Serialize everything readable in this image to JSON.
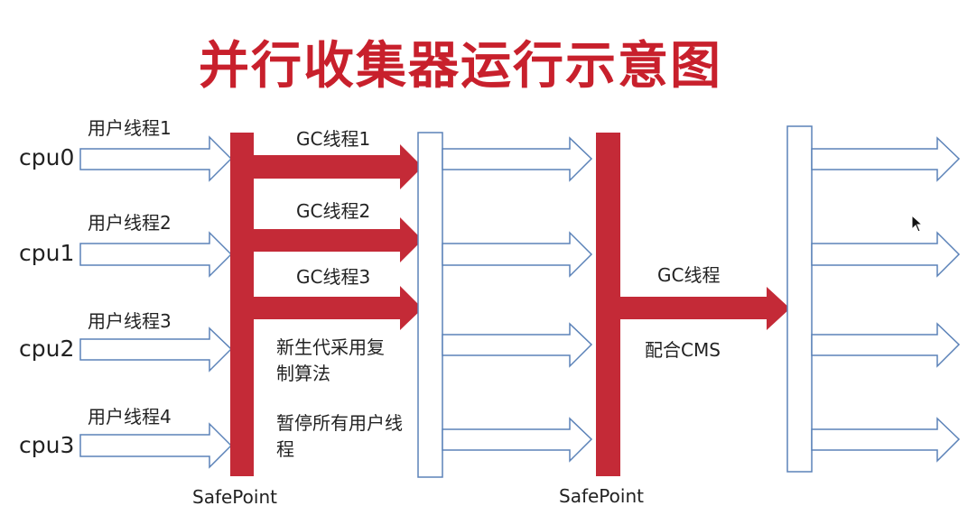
{
  "title": "并行收集器运行示意图",
  "cpus": [
    "cpu0",
    "cpu1",
    "cpu2",
    "cpu3"
  ],
  "user_threads": [
    "用户线程1",
    "用户线程2",
    "用户线程3",
    "用户线程4"
  ],
  "gc_threads": [
    "GC线程1",
    "GC线程2",
    "GC线程3"
  ],
  "young_gen_note": "新生代采用复制算法",
  "pause_note": "暂停所有用户线程",
  "safepoint_left": "SafePoint",
  "safepoint_right": "SafePoint",
  "cms_gc_thread": "GC线程",
  "cms_note": "配合CMS",
  "colors": {
    "red": "#c42a37",
    "outline": "#5b82b8",
    "title": "#c8202c"
  }
}
